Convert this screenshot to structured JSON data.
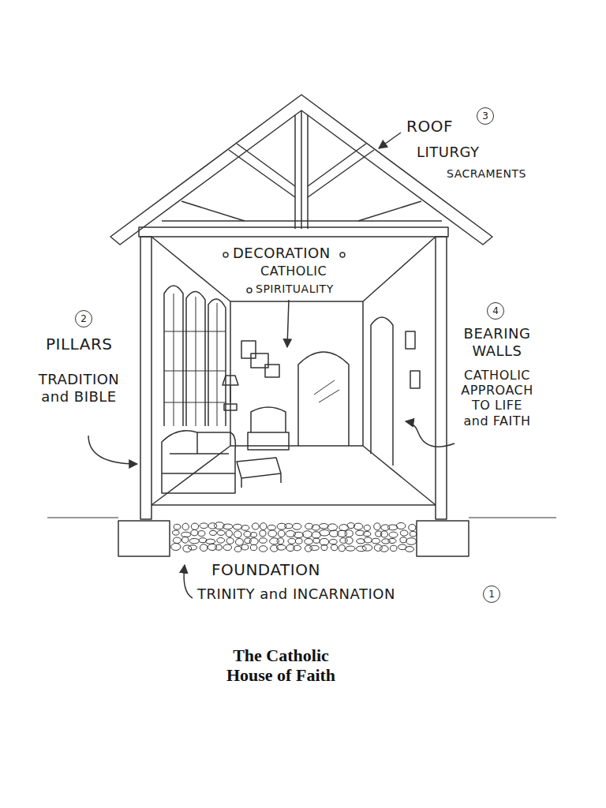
{
  "diagram": {
    "caption": "The Catholic House of Faith",
    "labels": [
      "ROOF",
      "3",
      "LITURGY",
      "SACRAMENTS",
      "DECORATION",
      "CATHOLIC",
      "SPIRITUALITY",
      "2",
      "PILLARS",
      "TRADITION and BIBLE",
      "4",
      "BEARING WALLS",
      "CATHOLIC APPROACH TO LIFE and FAITH",
      "FOUNDATION",
      "TRINITY and INCARNATION",
      "1"
    ]
  }
}
